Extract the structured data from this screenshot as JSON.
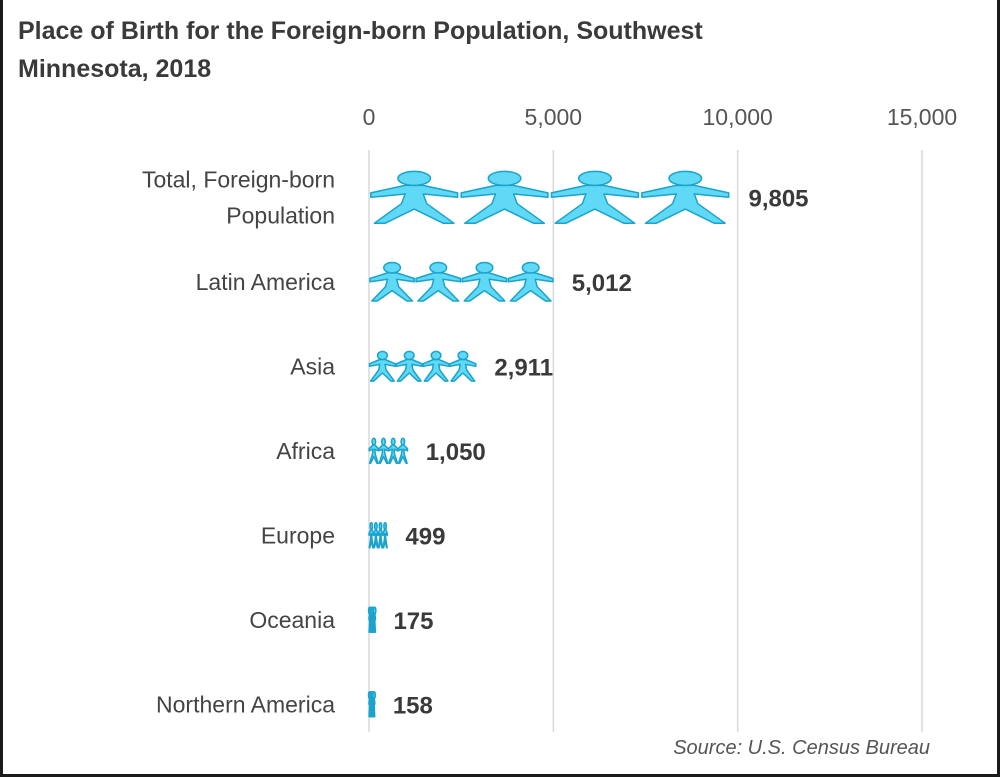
{
  "title": "Place of Birth for the Foreign-born Population, Southwest Minnesota, 2018",
  "source": "Source: U.S. Census Bureau",
  "colors": {
    "fill": "#5fd9f5",
    "stroke": "#1aa3cc",
    "grid": "#d9d9d9"
  },
  "chart_data": {
    "type": "bar",
    "orientation": "horizontal",
    "title": "Place of Birth for the Foreign-born Population, Southwest Minnesota, 2018",
    "xlabel": "",
    "ylabel": "",
    "xlim": [
      0,
      15000
    ],
    "ticks": [
      0,
      5000,
      10000,
      15000
    ],
    "tick_labels": [
      "0",
      "5,000",
      "10,000",
      "15,000"
    ],
    "grid": true,
    "categories": [
      "Total, Foreign-born Population",
      "Latin America",
      "Asia",
      "Africa",
      "Europe",
      "Oceania",
      "Northern America"
    ],
    "category_lines": [
      [
        "Total, Foreign-born",
        "Population"
      ],
      [
        "Latin America"
      ],
      [
        "Asia"
      ],
      [
        "Africa"
      ],
      [
        "Europe"
      ],
      [
        "Oceania"
      ],
      [
        "Northern America"
      ]
    ],
    "values": [
      9805,
      5012,
      2911,
      1050,
      499,
      175,
      158
    ],
    "value_labels": [
      "9,805",
      "5,012",
      "2,911",
      "1,050",
      "499",
      "175",
      "158"
    ],
    "marker": "people-icons"
  }
}
